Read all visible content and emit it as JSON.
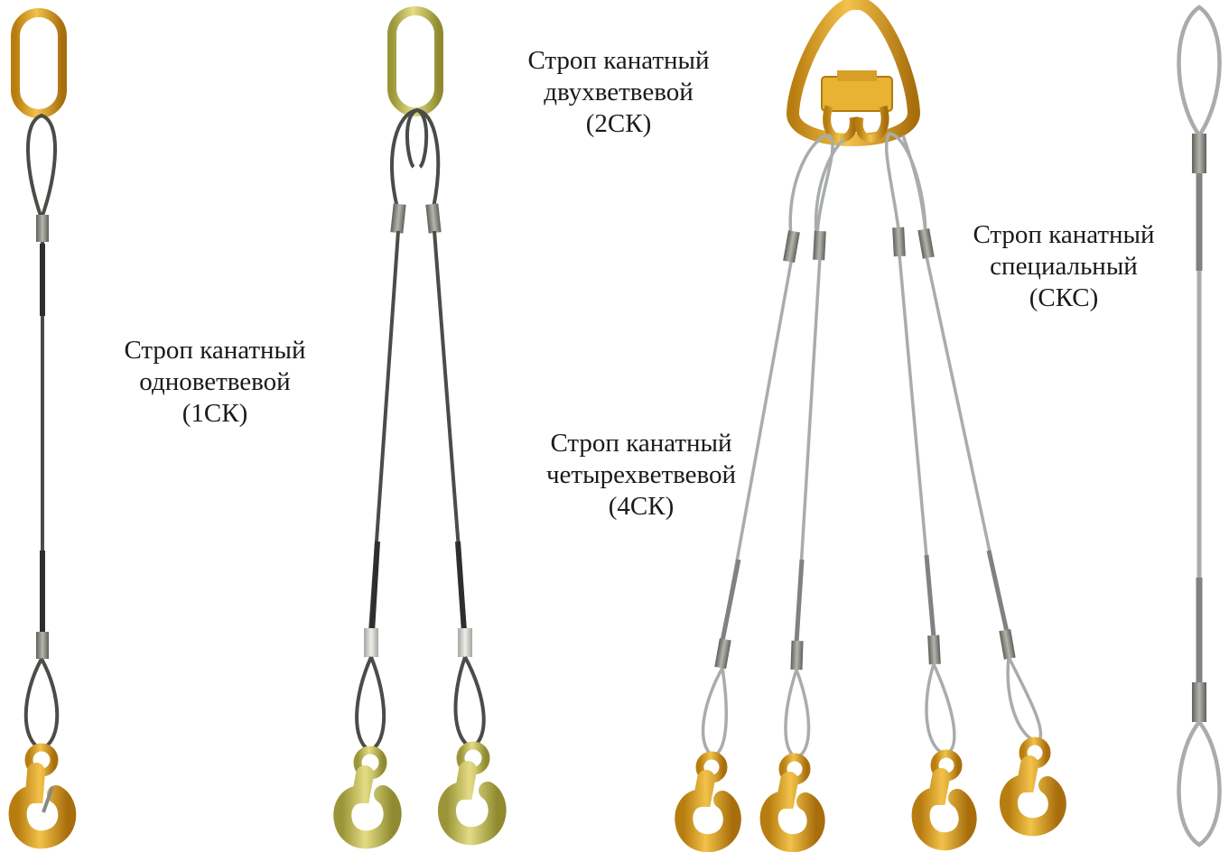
{
  "captions": {
    "one_leg": {
      "line1": "Строп канатный",
      "line2": "одноветвевой",
      "line3": "(1СК)"
    },
    "two_leg": {
      "line1": "Строп канатный",
      "line2": "двухветвевой",
      "line3": "(2СК)"
    },
    "four_leg": {
      "line1": "Строп канатный",
      "line2": "четырехветвевой",
      "line3": "(4СК)"
    },
    "special": {
      "line1": "Строп канатный",
      "line2": "специальный",
      "line3": "(СКС)"
    }
  },
  "colors": {
    "background": "#ffffff",
    "gold_link": "#e2a62a",
    "pale_link": "#d9cf6a",
    "dark_rope": "#4b4b48",
    "light_rope": "#a9acad",
    "ferrule": "#8a8c85"
  }
}
